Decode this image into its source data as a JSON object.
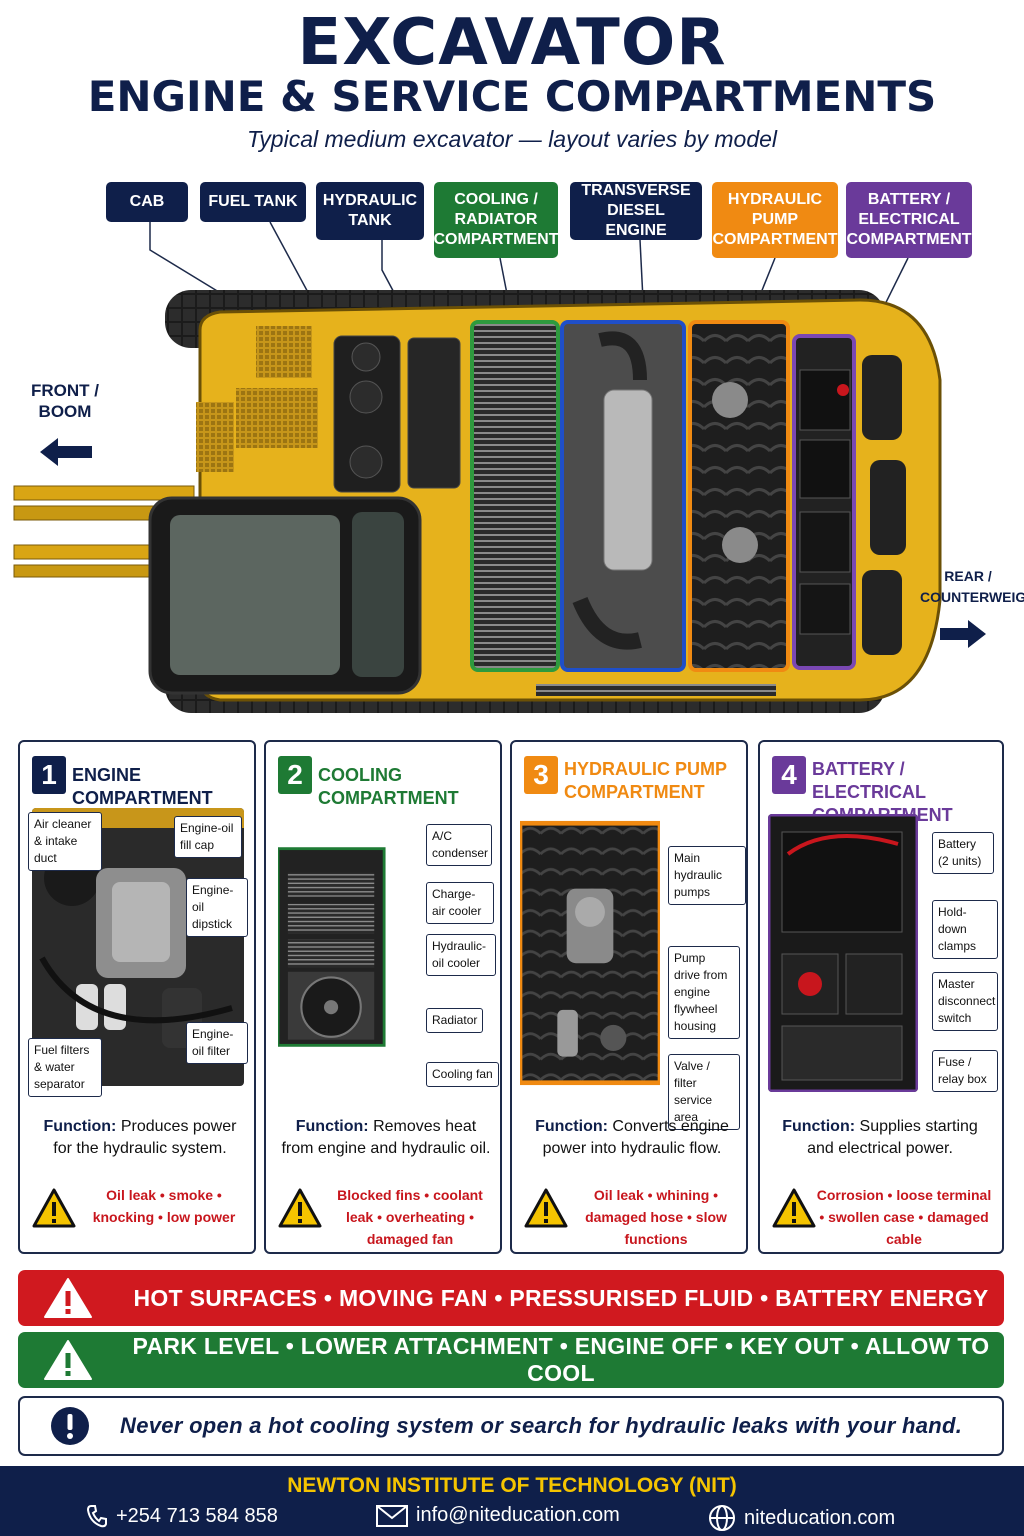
{
  "header": {
    "title": "EXCAVATOR",
    "subtitle_main": "ENGINE & SERVICE COMPARTMENTS",
    "tagline": "Typical medium excavator — layout varies by model"
  },
  "diagram_labels": [
    {
      "text": "CAB",
      "color": "#0f1f4a"
    },
    {
      "text": "FUEL TANK",
      "color": "#0f1f4a"
    },
    {
      "text": "HYDRAULIC TANK",
      "color": "#0f1f4a"
    },
    {
      "text": "COOLING / RADIATOR COMPARTMENT",
      "color": "#1e7a34"
    },
    {
      "text": "TRANSVERSE DIESEL ENGINE",
      "color": "#0f1f4a"
    },
    {
      "text": "HYDRAULIC PUMP COMPARTMENT",
      "color": "#f08a12"
    },
    {
      "text": "BATTERY / ELECTRICAL COMPARTMENT",
      "color": "#6a3a9a"
    }
  ],
  "directions": {
    "front": "FRONT / BOOM",
    "rear": "REAR / COUNTERWEIGHT"
  },
  "cards": [
    {
      "number": "1",
      "title": "ENGINE COMPARTMENT",
      "color": "#0f1f4a",
      "callouts": [
        "Air cleaner & intake duct",
        "Engine-oil fill cap",
        "Engine-oil dipstick",
        "Engine-oil filter",
        "Fuel filters & water separator"
      ],
      "function_label": "Function:",
      "function_text": "Produces power for the hydraulic system.",
      "warnings": "Oil leak • smoke • knocking • low power"
    },
    {
      "number": "2",
      "title": "COOLING COMPARTMENT",
      "color": "#1e7a34",
      "callouts": [
        "A/C condenser",
        "Charge-air cooler",
        "Hydraulic-oil cooler",
        "Radiator",
        "Cooling fan"
      ],
      "function_label": "Function:",
      "function_text": "Removes heat from engine and hydraulic oil.",
      "warnings": "Blocked fins • coolant leak • overheating • damaged fan"
    },
    {
      "number": "3",
      "title": "HYDRAULIC PUMP COMPARTMENT",
      "color": "#f08a12",
      "callouts": [
        "Main hydraulic pumps",
        "Pump drive from engine flywheel housing",
        "Valve / filter service area"
      ],
      "function_label": "Function:",
      "function_text": "Converts engine power into hydraulic flow.",
      "warnings": "Oil leak • whining • damaged hose • slow functions"
    },
    {
      "number": "4",
      "title": "BATTERY / ELECTRICAL COMPARTMENT",
      "color": "#6a3a9a",
      "callouts": [
        "Battery (2 units)",
        "Hold-down clamps",
        "Master disconnect switch",
        "Fuse / relay box"
      ],
      "function_label": "Function:",
      "function_text": "Supplies starting and electrical power.",
      "warnings": "Corrosion • loose terminal • swollen case • damaged cable"
    }
  ],
  "safety_bars": [
    {
      "text": "HOT SURFACES  •  MOVING FAN  •  PRESSURISED FLUID  •  BATTERY ENERGY",
      "color": "#d0191f",
      "icon": "warning-triangle-icon"
    },
    {
      "text": "PARK LEVEL  •  LOWER ATTACHMENT  •  ENGINE OFF  •  KEY OUT  •  ALLOW TO COOL",
      "color": "#1e7a34",
      "icon": "warning-triangle-icon"
    },
    {
      "text": "Never open a hot cooling system or search for hydraulic leaks with your hand.",
      "color": "#ffffff",
      "icon": "exclamation-circle-icon"
    }
  ],
  "footer": {
    "org": "NEWTON INSTITUTE OF TECHNOLOGY (NIT)",
    "phone": "+254 713 584 858",
    "email": "info@niteducation.com",
    "website": "niteducation.com"
  }
}
